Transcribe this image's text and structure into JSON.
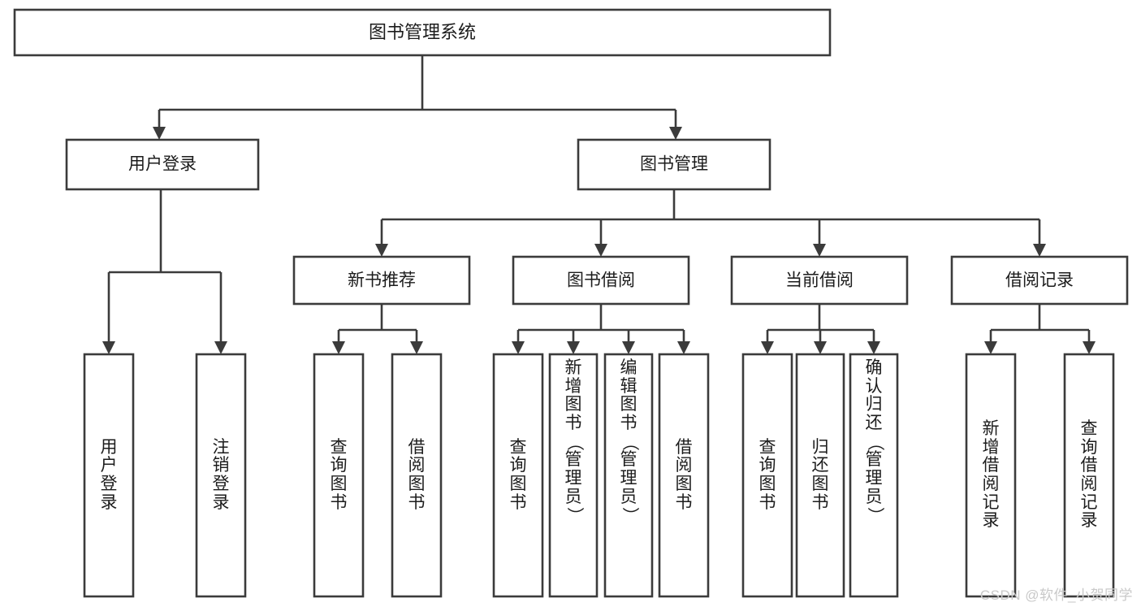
{
  "diagram": {
    "type": "tree-hierarchy",
    "title": "图书管理系统",
    "watermark": "CSDN @软件_小贺同学",
    "colors": {
      "stroke": "#3b3b3b",
      "fill": "#ffffff",
      "text": "#1c1c1c",
      "watermark": "#c9c9c9",
      "background": "#ffffff"
    },
    "levels": {
      "root": {
        "label": "图书管理系统"
      },
      "level2": [
        {
          "id": "user-login",
          "label": "用户登录"
        },
        {
          "id": "book-management",
          "label": "图书管理"
        }
      ],
      "level3": [
        {
          "id": "new-book-recommend",
          "label": "新书推荐",
          "parent": "book-management"
        },
        {
          "id": "book-borrow",
          "label": "图书借阅",
          "parent": "book-management"
        },
        {
          "id": "current-borrow",
          "label": "当前借阅",
          "parent": "book-management"
        },
        {
          "id": "borrow-record",
          "label": "借阅记录",
          "parent": "book-management"
        }
      ],
      "leaves": [
        {
          "id": "leaf-user-login",
          "label": "用户登录",
          "parent": "user-login"
        },
        {
          "id": "leaf-user-logout",
          "label": "注销登录",
          "parent": "user-login"
        },
        {
          "id": "leaf-query-book-1",
          "label": "查询图书",
          "parent": "new-book-recommend"
        },
        {
          "id": "leaf-borrow-book-1",
          "label": "借阅图书",
          "parent": "new-book-recommend"
        },
        {
          "id": "leaf-query-book-2",
          "label": "查询图书",
          "parent": "book-borrow"
        },
        {
          "id": "leaf-add-book",
          "label": "新增图书（管理员）",
          "parent": "book-borrow"
        },
        {
          "id": "leaf-edit-book",
          "label": "编辑图书（管理员）",
          "parent": "book-borrow"
        },
        {
          "id": "leaf-borrow-book-2",
          "label": "借阅图书",
          "parent": "book-borrow"
        },
        {
          "id": "leaf-query-book-3",
          "label": "查询图书",
          "parent": "current-borrow"
        },
        {
          "id": "leaf-return-book",
          "label": "归还图书",
          "parent": "current-borrow"
        },
        {
          "id": "leaf-confirm-return",
          "label": "确认归还（管理员）",
          "parent": "current-borrow"
        },
        {
          "id": "leaf-add-record",
          "label": "新增借阅记录",
          "parent": "borrow-record"
        },
        {
          "id": "leaf-query-record",
          "label": "查询借阅记录",
          "parent": "borrow-record"
        }
      ]
    }
  }
}
